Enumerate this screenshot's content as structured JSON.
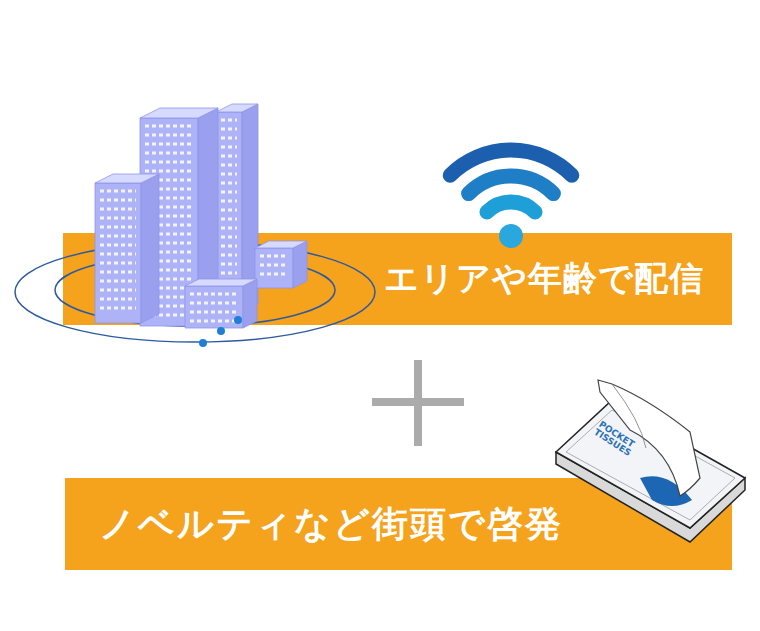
{
  "diagram": {
    "nodes": [
      {
        "text": [
          "エリアや年齢で配信"
        ]
      },
      {
        "text": [
          "ノベルティなど街頭で啓発"
        ]
      }
    ],
    "labels": [
      "POCKET TISSUES"
    ]
  }
}
